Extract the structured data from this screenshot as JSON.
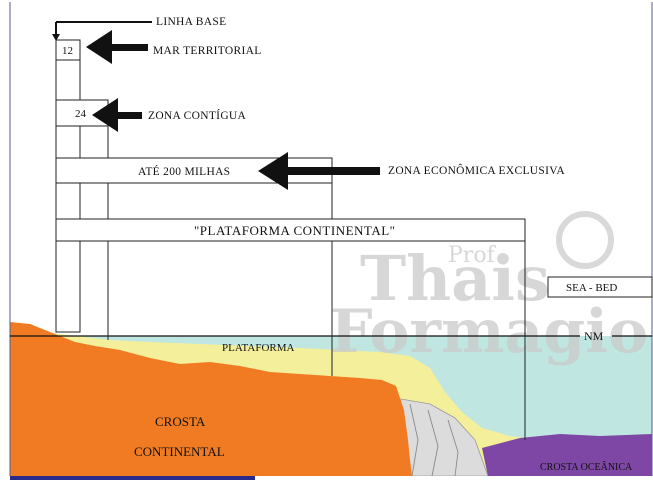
{
  "labels": {
    "linha_base": "LINHA BASE",
    "mar_territorial": "MAR TERRITORIAL",
    "box_12": "12",
    "box_24": "24",
    "zona_contigua": "ZONA CONTÍGUA",
    "ate_200": "ATÉ 200 MILHAS",
    "zona_economica": "ZONA ECONÔMICA EXCLUSIVA",
    "plataforma_continental": "\"PLATAFORMA CONTINENTAL\"",
    "sea_bed": "SEA - BED",
    "nm": "NM",
    "plataforma": "PLATAFORMA",
    "crosta_1": "CROSTA",
    "crosta_2": "CONTINENTAL",
    "crosta_oceanica": "CROSTA OCEÂNICA"
  },
  "watermark": {
    "line1": "Prof",
    "line2": "Thais",
    "line3": "Formagio"
  },
  "colors": {
    "crust": "#f07b22",
    "platform": "#f4ef9a",
    "sea": "#bfe6e0",
    "oceanic": "#7e47a6",
    "slope": "#d8d8d8",
    "frame": "#2a2a8a"
  }
}
